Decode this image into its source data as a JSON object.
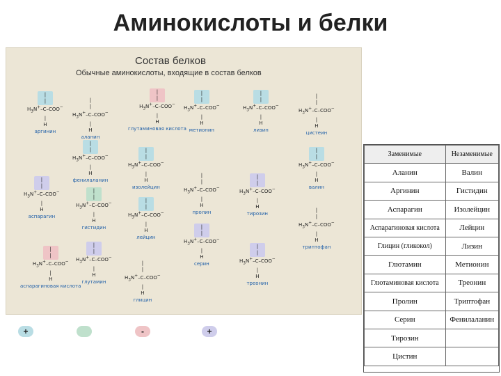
{
  "title": "Аминокислоты и белки",
  "panel": {
    "heading": "Состав белков",
    "subheading": "Обычные аминокислоты, входящие в состав белков"
  },
  "amino_acids": [
    {
      "name": "аргинин",
      "color": "blue"
    },
    {
      "name": "аланин",
      "color": "none"
    },
    {
      "name": "глутаминовая кислота",
      "color": "pink"
    },
    {
      "name": "метионин",
      "color": "blue"
    },
    {
      "name": "лизин",
      "color": "blue"
    },
    {
      "name": "цистеин",
      "color": "none"
    },
    {
      "name": "фенилаланин",
      "color": "blue"
    },
    {
      "name": "изолейцин",
      "color": "blue"
    },
    {
      "name": "валин",
      "color": "blue"
    },
    {
      "name": "пролин",
      "color": "none"
    },
    {
      "name": "тирозин",
      "color": "violet"
    },
    {
      "name": "аспарагин",
      "color": "violet"
    },
    {
      "name": "гистидин",
      "color": "green"
    },
    {
      "name": "лейцин",
      "color": "blue"
    },
    {
      "name": "триптофан",
      "color": "none"
    },
    {
      "name": "серин",
      "color": "violet"
    },
    {
      "name": "треонин",
      "color": "violet"
    },
    {
      "name": "аспарагиновая кислота",
      "color": "pink"
    },
    {
      "name": "глутамин",
      "color": "violet"
    },
    {
      "name": "глицин",
      "color": "none"
    }
  ],
  "legend": [
    {
      "symbol": "+",
      "color": "#b9dde4"
    },
    {
      "symbol": "",
      "color": "#bfe0cc"
    },
    {
      "symbol": "-",
      "color": "#efc4c6"
    },
    {
      "symbol": "+",
      "color": "#cfcdeb"
    }
  ],
  "table": {
    "headers": [
      "Заменимые",
      "Незаменимые"
    ],
    "rows": [
      [
        "Аланин",
        "Валин"
      ],
      [
        "Аргинин",
        "Гистидин"
      ],
      [
        "Аспарагин",
        "Изолейцин"
      ],
      [
        "Аспарагиновая кислота",
        "Лейцин"
      ],
      [
        "Глицин (гликокол)",
        "Лизин"
      ],
      [
        "Глютамин",
        "Метионин"
      ],
      [
        "Глютаминовая кислота",
        "Треонин"
      ],
      [
        "Пролин",
        "Триптофан"
      ],
      [
        "Серин",
        "Фенилаланин"
      ],
      [
        "Тирозин",
        ""
      ],
      [
        "Цистин",
        ""
      ]
    ]
  }
}
